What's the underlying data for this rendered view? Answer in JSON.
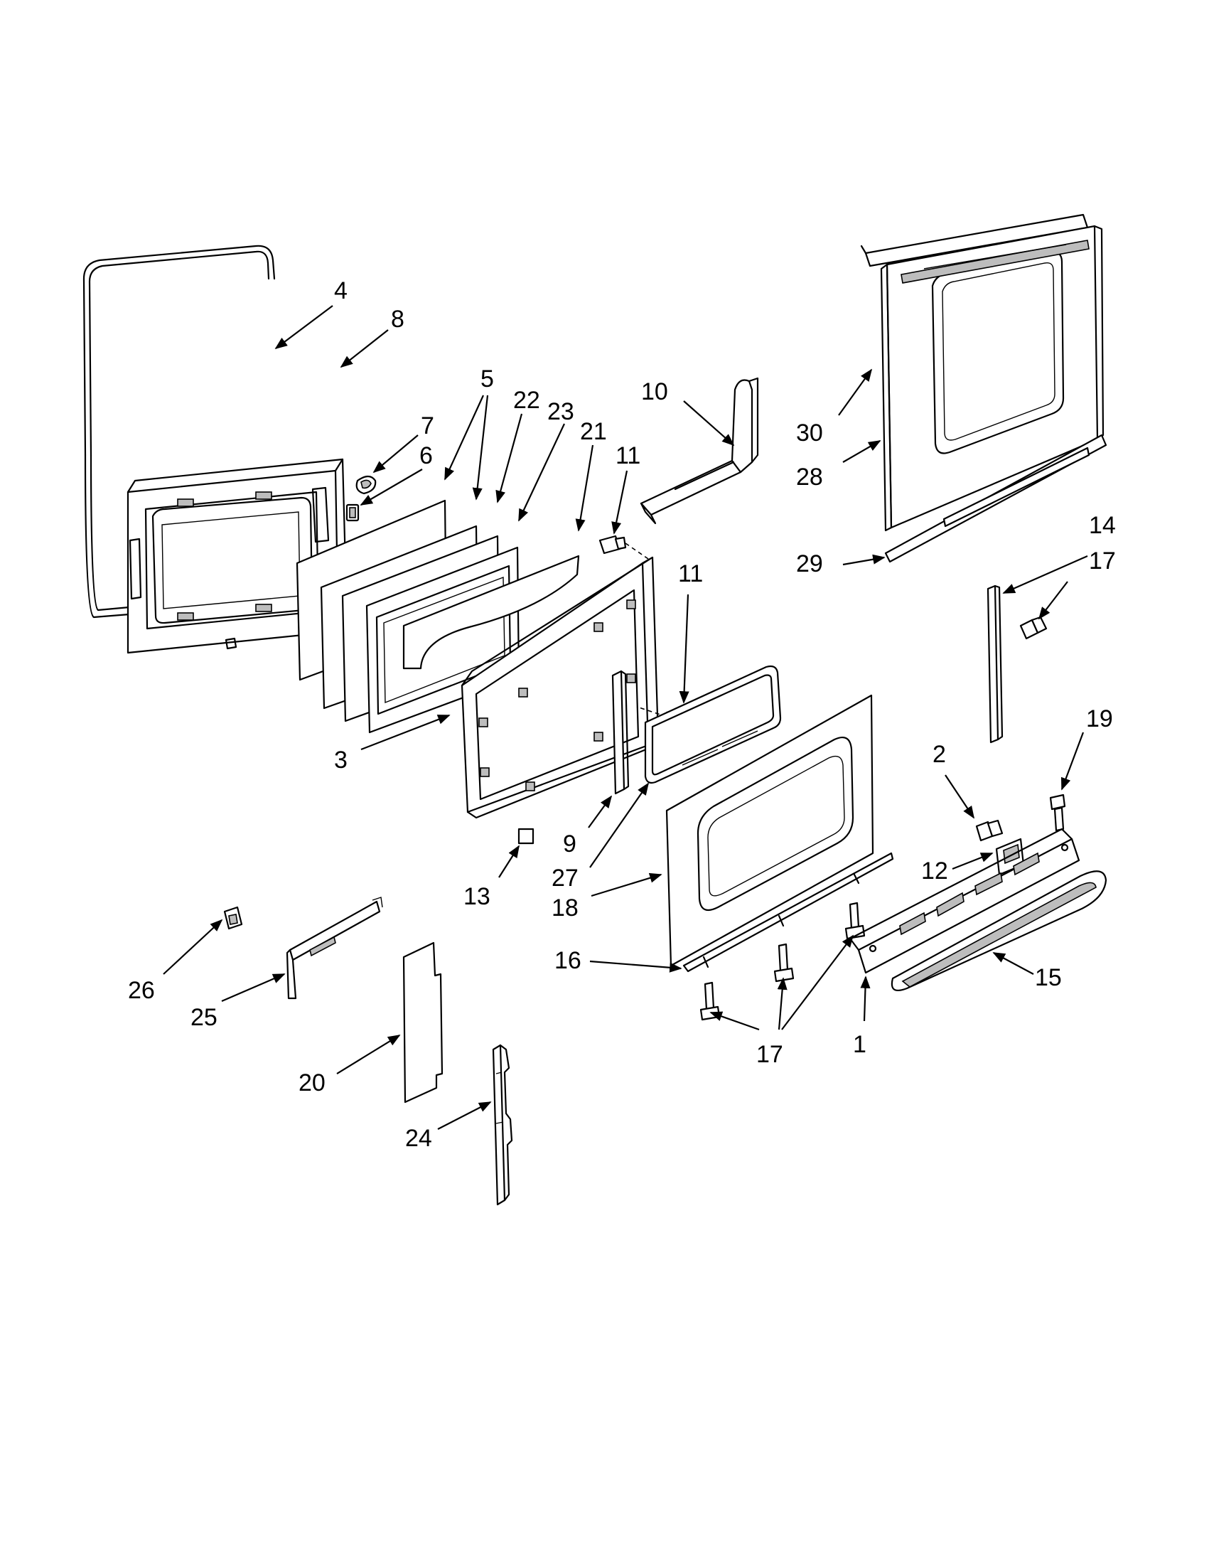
{
  "diagram": {
    "colors": {
      "line": "#000000",
      "background": "#ffffff",
      "shade": "#bdbdbd"
    },
    "callouts": {
      "c1": "1",
      "c2": "2",
      "c3": "3",
      "c4": "4",
      "c5": "5",
      "c6": "6",
      "c7": "7",
      "c8": "8",
      "c9": "9",
      "c10": "10",
      "c11a": "11",
      "c11b": "11",
      "c12": "12",
      "c13": "13",
      "c14": "14",
      "c15": "15",
      "c16": "16",
      "c17a": "17",
      "c17b": "17",
      "c18": "18",
      "c19": "19",
      "c20": "20",
      "c21": "21",
      "c22": "22",
      "c23": "23",
      "c24": "24",
      "c25": "25",
      "c26": "26",
      "c27": "27",
      "c28": "28",
      "c29": "29",
      "c30": "30"
    }
  }
}
